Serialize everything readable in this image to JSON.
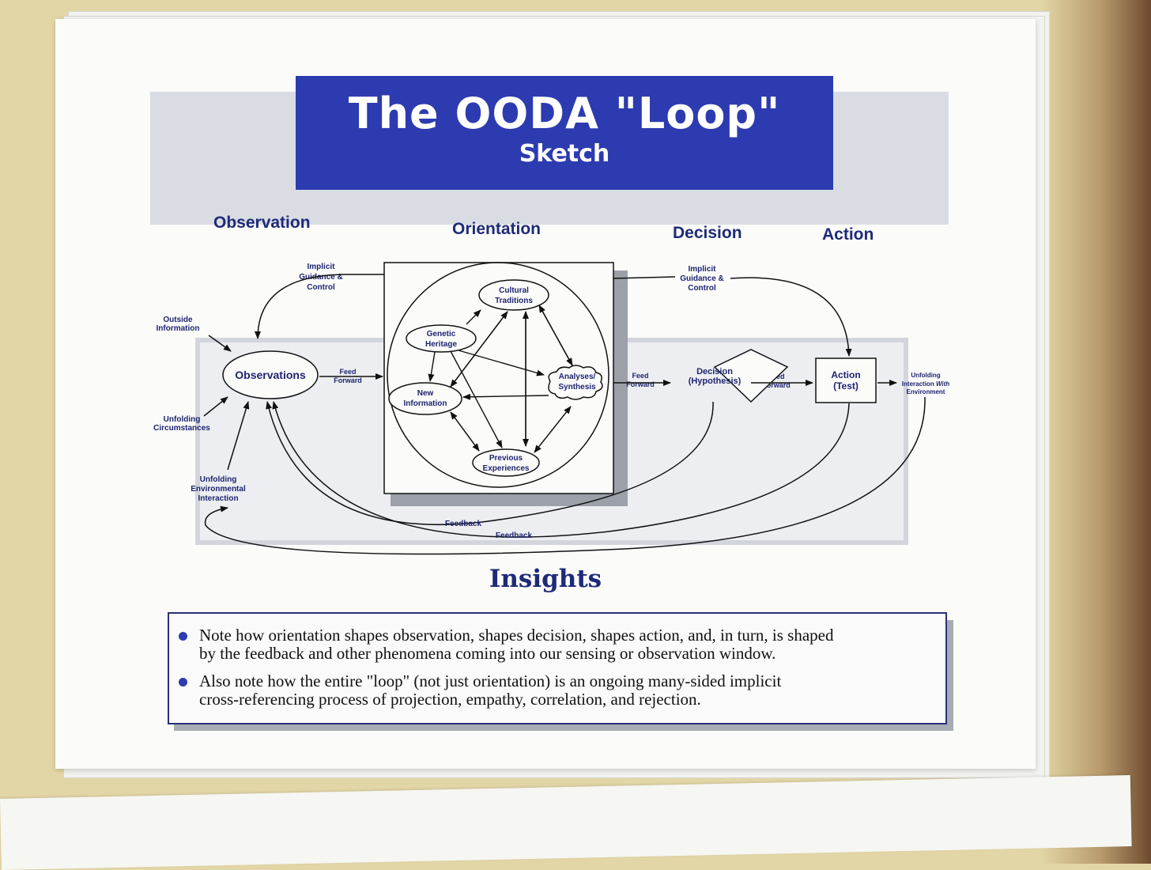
{
  "header": {
    "title": "The OODA \"Loop\"",
    "subtitle": "Sketch"
  },
  "phases": {
    "observation": "Observation",
    "orientation": "Orientation",
    "decision": "Decision",
    "action": "Action"
  },
  "diagram": {
    "implicit_left": [
      "Implicit",
      "Guidance &",
      "Control"
    ],
    "implicit_right": [
      "Implicit",
      "Guidance &",
      "Control"
    ],
    "outside_info": [
      "Outside",
      "Information"
    ],
    "unfolding_circ": [
      "Unfolding",
      "Circumstances"
    ],
    "unfolding_env": [
      "Unfolding",
      "Environmental",
      "Interaction"
    ],
    "observations": "Observations",
    "feed_forward_1": [
      "Feed",
      "Forward"
    ],
    "feed_forward_2": [
      "Feed",
      "Forward"
    ],
    "feed_forward_3": [
      "Feed",
      "Forward"
    ],
    "cultural": [
      "Cultural",
      "Traditions"
    ],
    "genetic": [
      "Genetic",
      "Heritage"
    ],
    "analyses": [
      "Analyses/",
      "Synthesis"
    ],
    "new_info": [
      "New",
      "Information"
    ],
    "previous": [
      "Previous",
      "Experiences"
    ],
    "decision": [
      "Decision",
      "(Hypothesis)"
    ],
    "action": [
      "Action",
      "(Test)"
    ],
    "unfolding_interaction": [
      "Unfolding",
      "Interaction",
      "With",
      "Environment"
    ],
    "feedback_1": "Feedback",
    "feedback_2": "Feedback"
  },
  "insights": {
    "heading": "Insights",
    "bullets": [
      {
        "line1": "Note how orientation shapes observation, shapes decision, shapes action, and, in turn, is shaped",
        "line2": "by the feedback and other phenomena coming into our sensing or observation window."
      },
      {
        "line1": "Also note how the entire \"loop\" (not just orientation) is an ongoing many-sided implicit",
        "line2": "cross-referencing process of projection, empathy, correlation, and rejection."
      }
    ]
  },
  "colors": {
    "title_bg": "#2d3bb0",
    "ink": "#1e2470",
    "folder": "#e3d6a6"
  }
}
